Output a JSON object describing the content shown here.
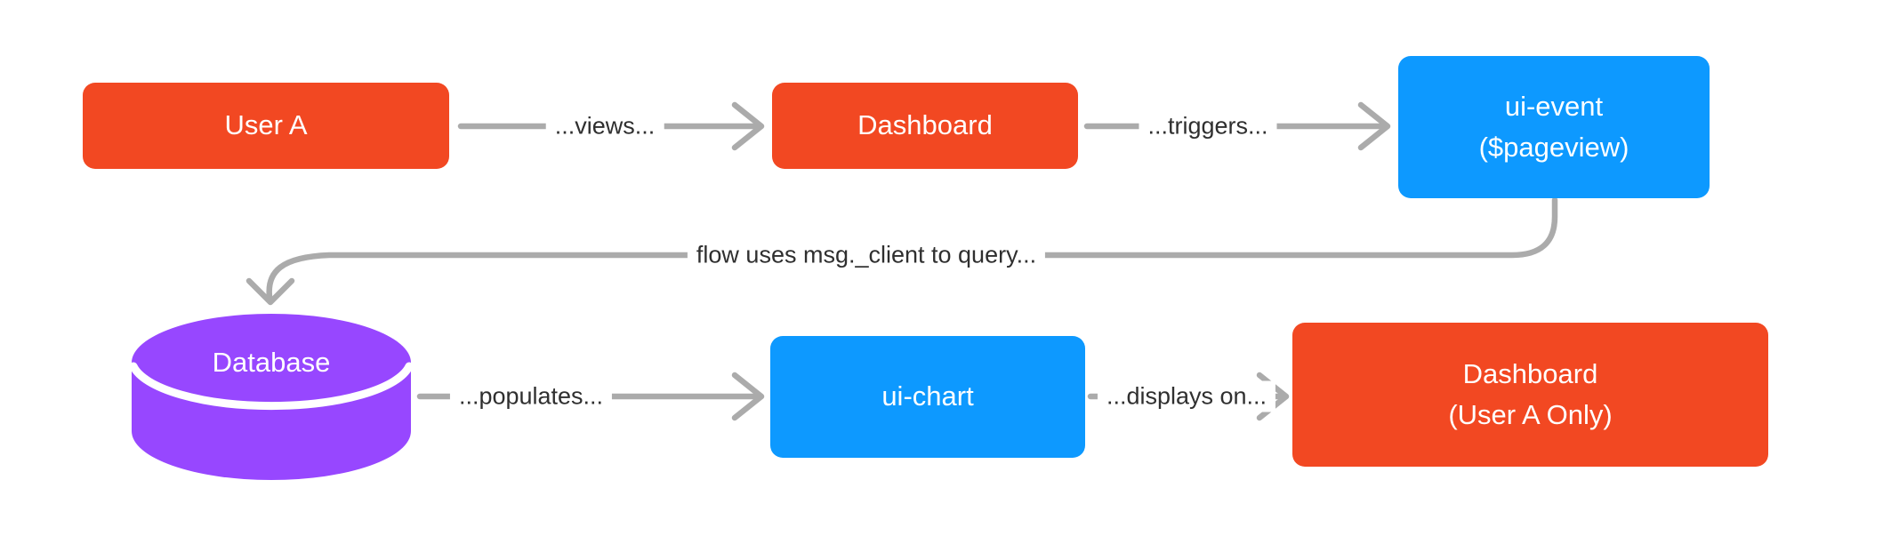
{
  "diagram": {
    "colors": {
      "node_red": "#F24822",
      "node_blue": "#0D99FF",
      "node_purple": "#9747FF",
      "connector_gray": "#ABABAB",
      "label_text": "#2F2F2F",
      "node_text": "#FFFFFF",
      "background": "#FFFFFF"
    },
    "nodes": {
      "user_a": {
        "label": "User A",
        "shape": "rounded-rect",
        "color": "#F24822"
      },
      "dashboard": {
        "label": "Dashboard",
        "shape": "rounded-rect",
        "color": "#F24822"
      },
      "ui_event": {
        "line1": "ui-event",
        "line2": "($pageview)",
        "shape": "rounded-rect",
        "color": "#0D99FF"
      },
      "database": {
        "label": "Database",
        "shape": "cylinder",
        "color": "#9747FF"
      },
      "ui_chart": {
        "label": "ui-chart",
        "shape": "rounded-rect",
        "color": "#0D99FF"
      },
      "dashboard_user_a_only": {
        "line1": "Dashboard",
        "line2": "(User A Only)",
        "shape": "rounded-rect",
        "color": "#F24822"
      }
    },
    "connectors": [
      {
        "from": "user_a",
        "to": "dashboard",
        "label": "...views..."
      },
      {
        "from": "dashboard",
        "to": "ui_event",
        "label": "...triggers..."
      },
      {
        "from": "ui_event",
        "to": "database",
        "label": "flow uses msg._client to query..."
      },
      {
        "from": "database",
        "to": "ui_chart",
        "label": "...populates..."
      },
      {
        "from": "ui_chart",
        "to": "dashboard_user_a_only",
        "label": "...displays on..."
      }
    ]
  }
}
